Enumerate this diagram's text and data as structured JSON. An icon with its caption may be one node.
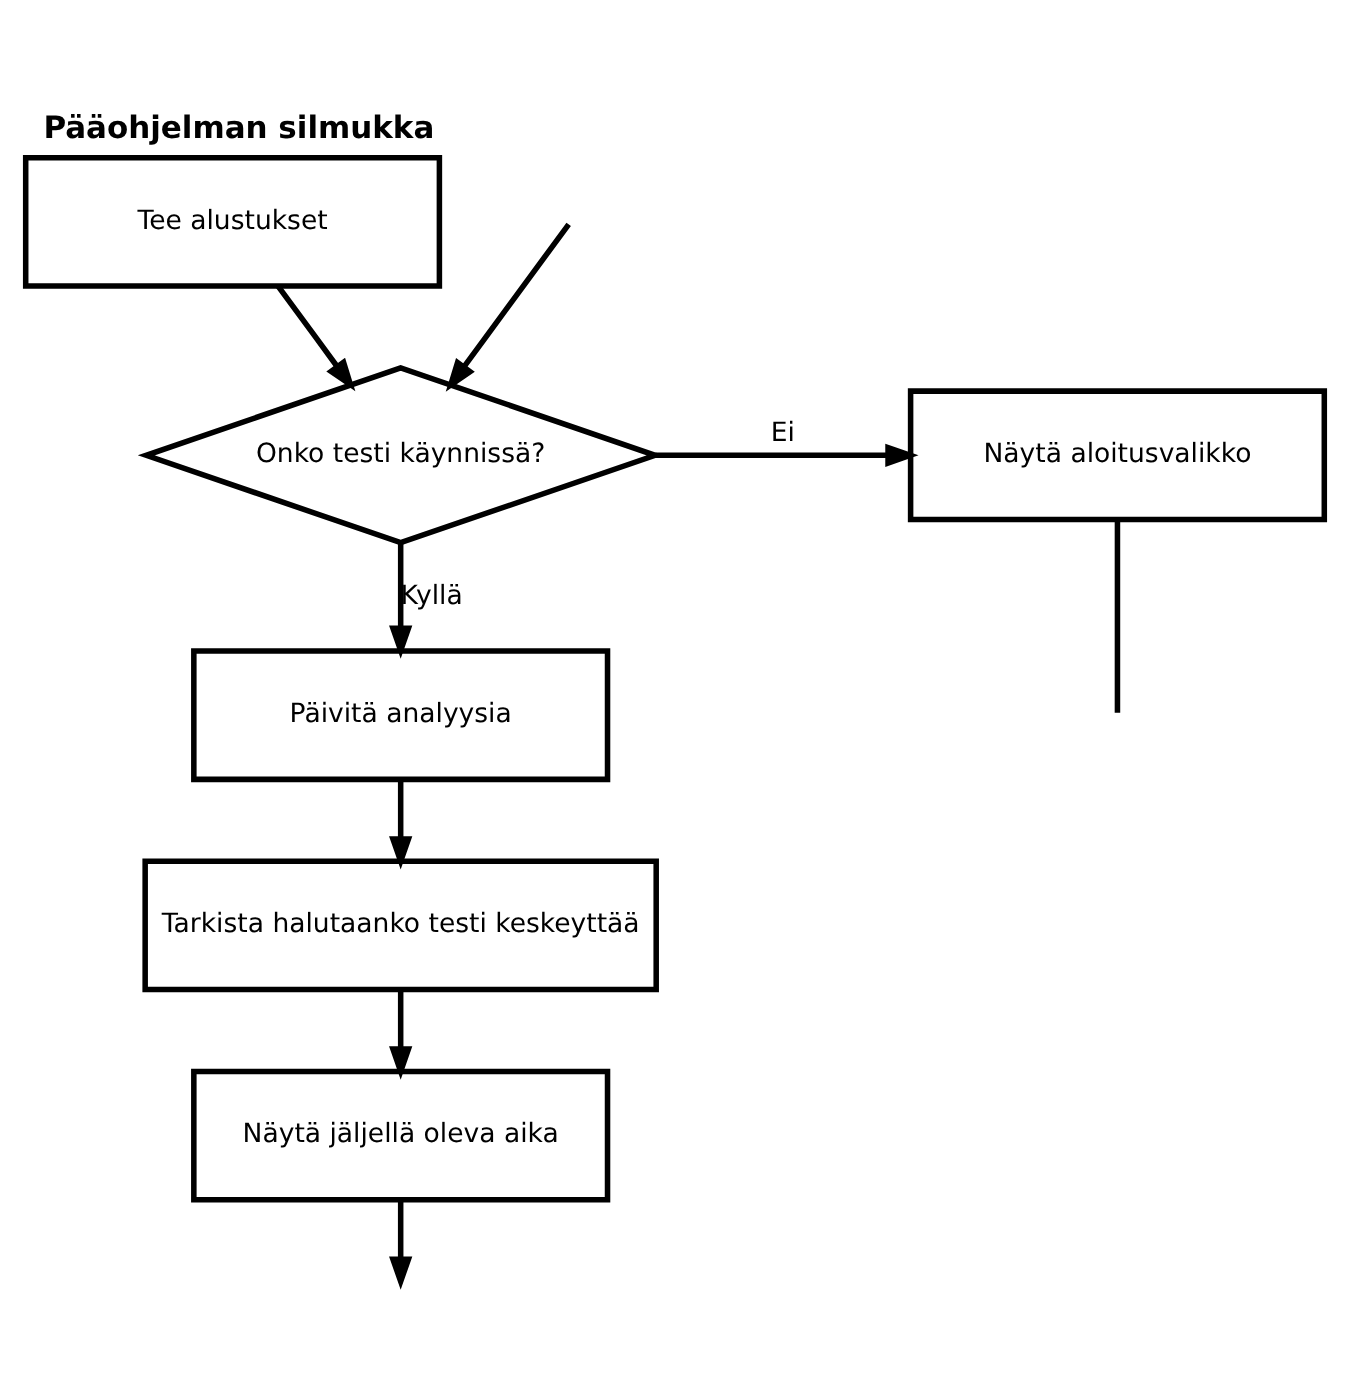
{
  "diagram": {
    "title": "Pääohjelman silmukka",
    "nodes": [
      {
        "text": [
          "Tee alustukset"
        ]
      },
      {
        "text": [
          "Onko testi käynnissä?"
        ]
      },
      {
        "text": [
          "Näytä aloitusvalikko"
        ]
      },
      {
        "text": [
          "Päivitä analyysia"
        ]
      },
      {
        "text": [
          "Tarkista halutaanko testi keskeyttää"
        ]
      },
      {
        "text": [
          "Näytä jäljellä oleva aika"
        ]
      }
    ],
    "edges": [
      {
        "from": 0,
        "to": 1,
        "arrow": "to"
      },
      {
        "from": 1,
        "to": 2,
        "arrow": "to",
        "label": "Ei"
      },
      {
        "from": 1,
        "to": 3,
        "arrow": "to",
        "label": "Kyllä"
      },
      {
        "from": 3,
        "to": 4,
        "arrow": "to"
      },
      {
        "from": 4,
        "to": 5,
        "arrow": "to"
      },
      {
        "from": 5,
        "to": null,
        "arrow": "to"
      },
      {
        "from": null,
        "to": 1,
        "arrow": "to"
      },
      {
        "from": 2,
        "to": null,
        "arrow": "none"
      }
    ]
  }
}
